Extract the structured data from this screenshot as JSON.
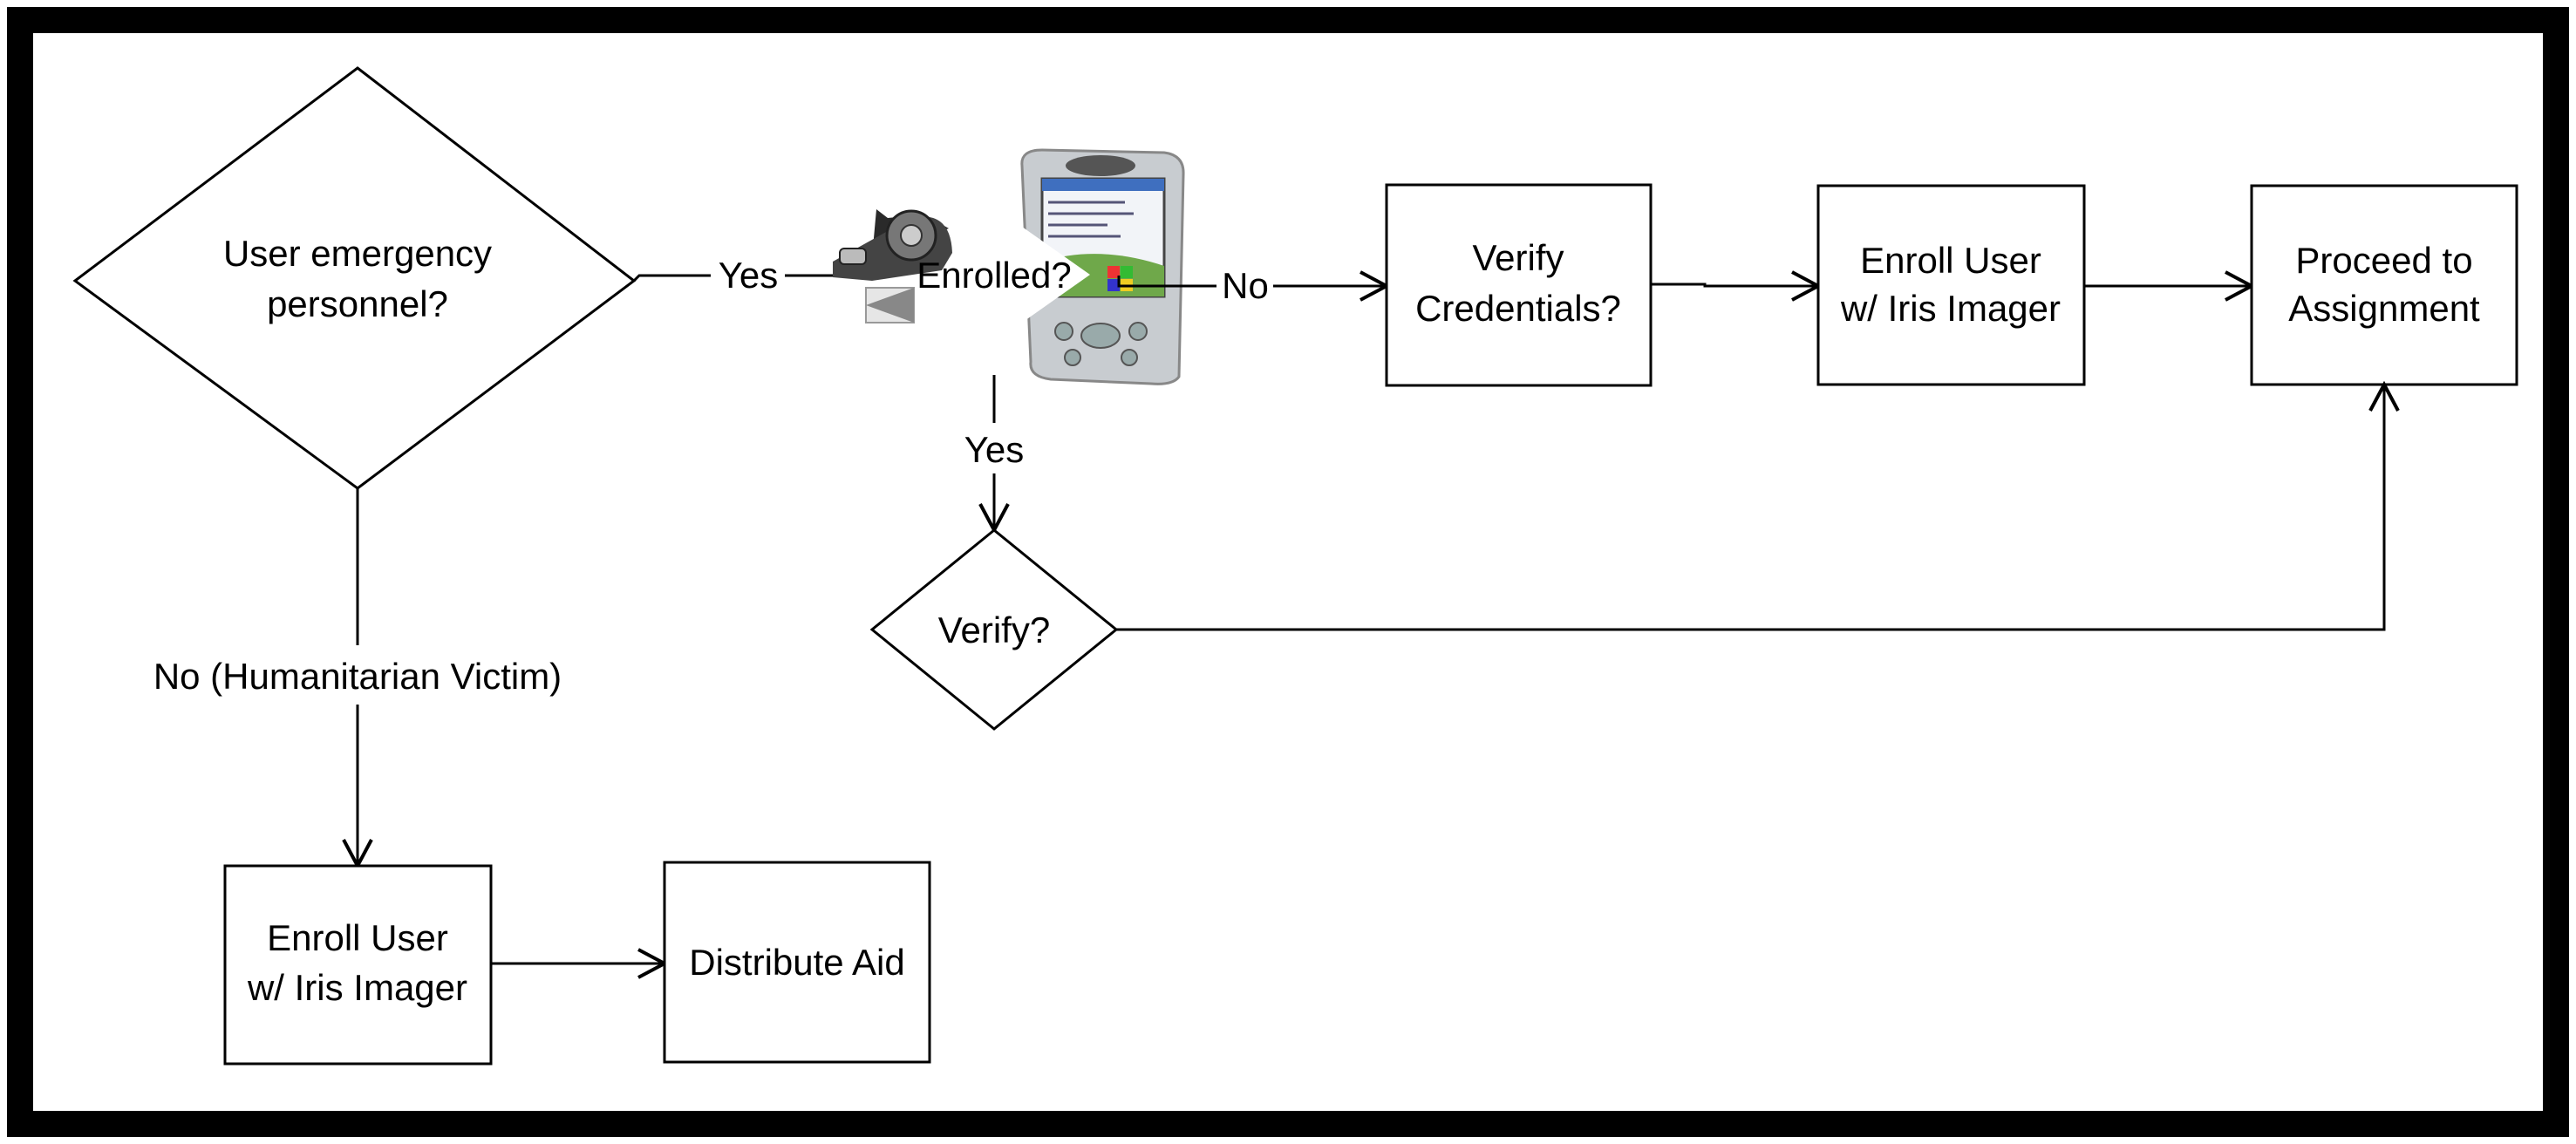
{
  "diagram": {
    "nodes": {
      "emergency": {
        "lines": [
          "User emergency",
          "personnel?"
        ]
      },
      "enrolled": {
        "lines": [
          "Enrolled?"
        ]
      },
      "verify_credentials": {
        "lines": [
          "Verify",
          "Credentials?"
        ]
      },
      "enroll_top": {
        "lines": [
          "Enroll User",
          "w/ Iris Imager"
        ]
      },
      "proceed": {
        "lines": [
          "Proceed to",
          "Assignment"
        ]
      },
      "verify": {
        "lines": [
          "Verify?"
        ]
      },
      "enroll_bottom": {
        "lines": [
          "Enroll User",
          "w/ Iris Imager"
        ]
      },
      "distribute": {
        "lines": [
          "Distribute Aid"
        ]
      }
    },
    "edge_labels": {
      "emergency_yes": "Yes",
      "enrolled_no": "No",
      "enrolled_yes": "Yes",
      "emergency_no": "No (Humanitarian Victim)"
    },
    "images": {
      "iris_scanner": "iris-camera-icon",
      "pda": "pda-device-icon"
    },
    "colors": {
      "line": "#000000",
      "background": "#ffffff",
      "pda_screen": "#3f6fbf",
      "pda_body": "#c8ccd0"
    }
  }
}
